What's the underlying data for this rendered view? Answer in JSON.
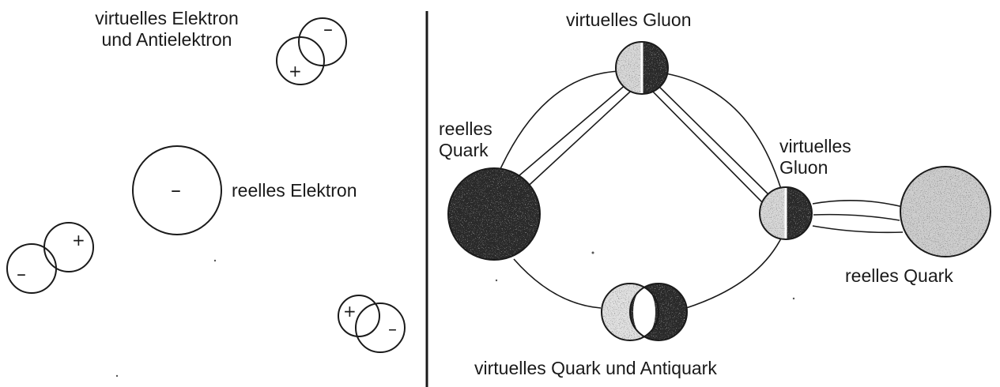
{
  "left_panel": {
    "virtual_pair_label_line1": "virtuelles Elektron",
    "virtual_pair_label_line2": "und Antielektron",
    "real_electron_label": "reelles Elektron",
    "minus_sign": "–",
    "plus_sign": "+"
  },
  "right_panel": {
    "virtual_gluon_top_label": "virtuelles Gluon",
    "real_quark_left_line1": "reelles",
    "real_quark_left_line2": "Quark",
    "virtual_gluon_right_line1": "virtuelles",
    "virtual_gluon_right_line2": "Gluon",
    "real_quark_right_label": "reelles Quark",
    "virtual_quark_pair_label": "virtuelles Quark und Antiquark"
  },
  "colors": {
    "ink": "#1a1a1a",
    "dark_fill": "#2a2a2a",
    "light_fill": "#d9d9d9",
    "background": "#ffffff"
  }
}
